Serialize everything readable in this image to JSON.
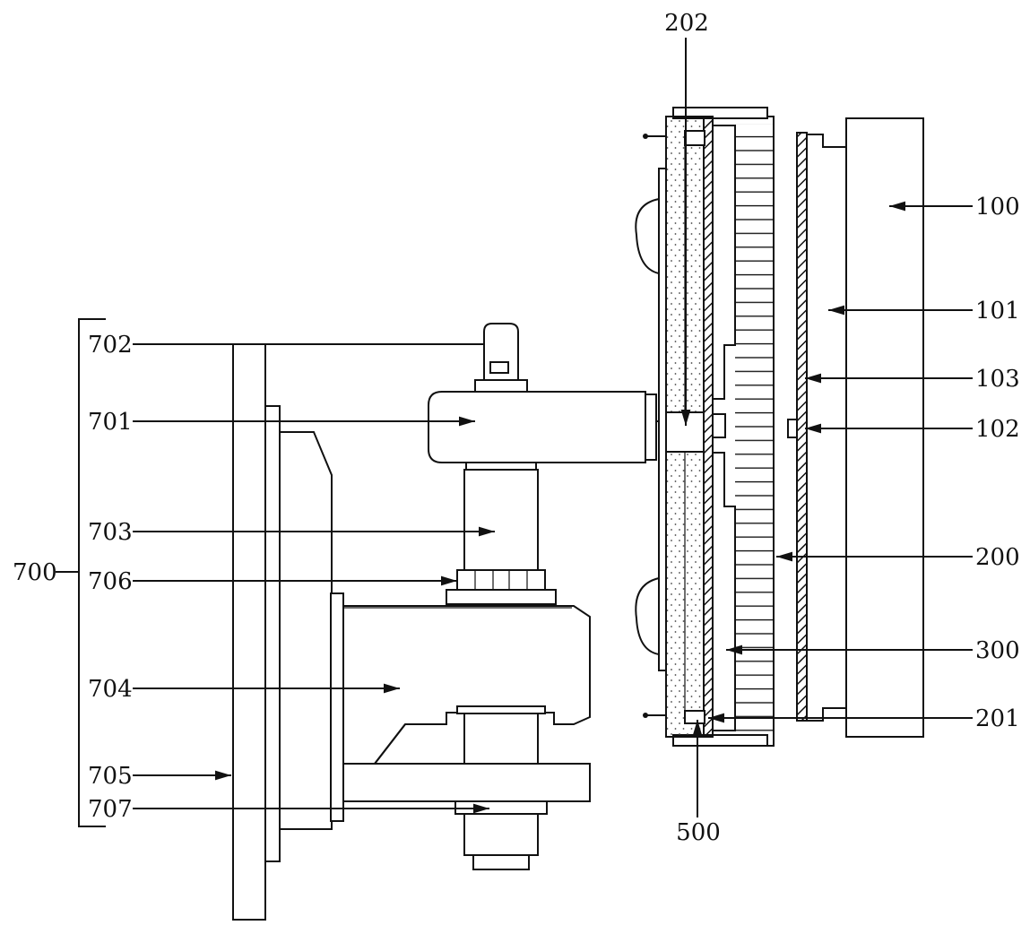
{
  "labels": {
    "l100": "100",
    "l101": "101",
    "l102": "102",
    "l103": "103",
    "l200": "200",
    "l201": "201",
    "l202": "202",
    "l300": "300",
    "l500": "500",
    "l700": "700",
    "l701": "701",
    "l702": "702",
    "l703": "703",
    "l704": "704",
    "l705": "705",
    "l706": "706",
    "l707": "707"
  },
  "colors": {
    "line": "#111111",
    "background": "#ffffff"
  }
}
